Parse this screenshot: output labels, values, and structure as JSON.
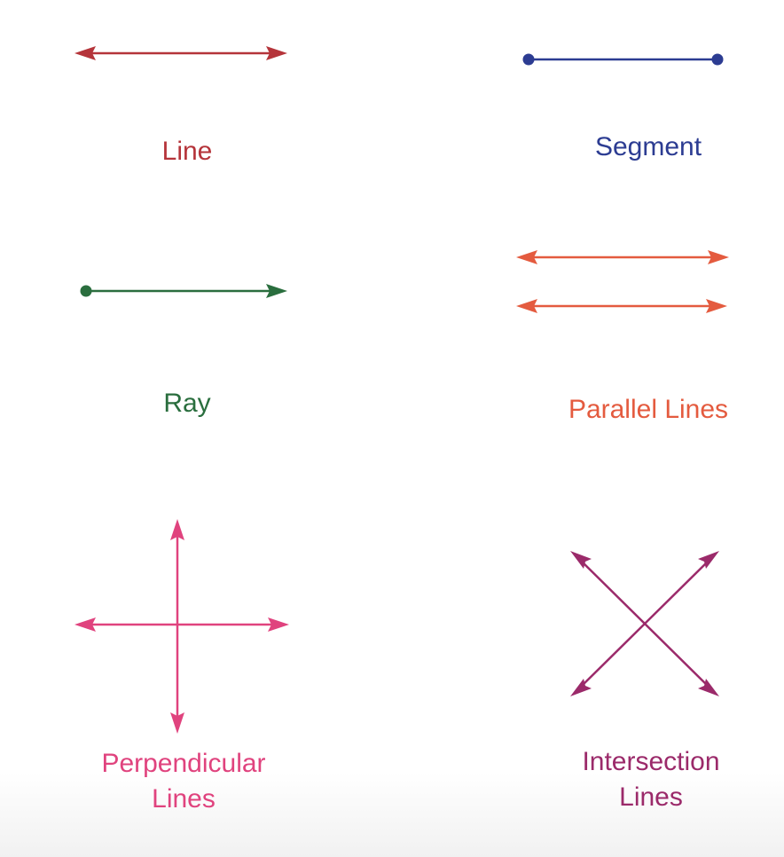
{
  "colors": {
    "line": "#b5343a",
    "segment": "#2c3c92",
    "ray": "#2a6e3e",
    "parallel": "#e45b3f",
    "perpendicular": "#e0437e",
    "intersecting": "#9b2a6a"
  },
  "labels": {
    "line": "Line",
    "segment": "Segment",
    "ray": "Ray",
    "parallel": "Parallel Lines",
    "perpendicular_1": "Perpendicular",
    "perpendicular_2": "Lines",
    "intersection_1": "Intersection",
    "intersection_2": "Lines"
  }
}
